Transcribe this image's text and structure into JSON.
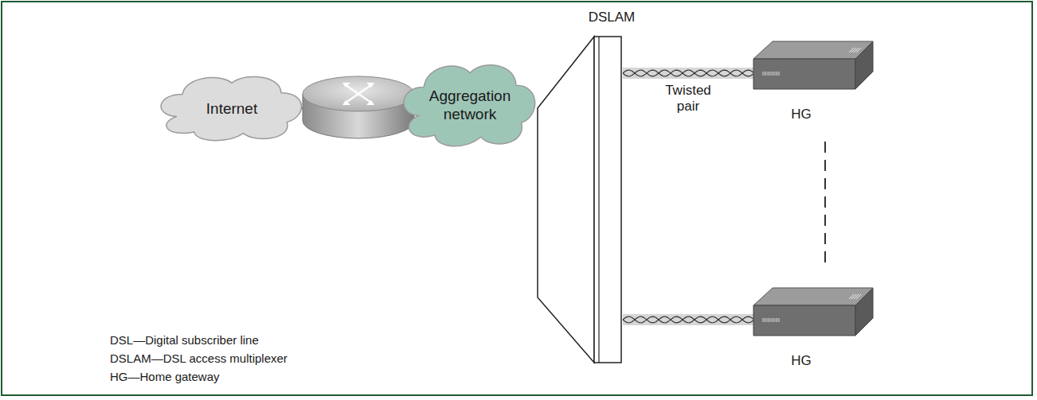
{
  "diagram": {
    "nodes": [
      {
        "text": [
          "Internet"
        ]
      },
      {
        "text": [
          "Aggregation network"
        ]
      },
      {
        "text": [
          "DSLAM"
        ]
      },
      {
        "text": [
          "HG"
        ]
      },
      {
        "text": [
          "HG"
        ]
      }
    ],
    "edges": [
      {
        "from": 0,
        "to": 1,
        "arrow": "none"
      },
      {
        "from": 2,
        "to": 3,
        "arrow": "none",
        "label": "Twisted pair"
      },
      {
        "from": 2,
        "to": 4,
        "arrow": "none"
      }
    ],
    "labels": [
      "DSL—Digital subscriber line",
      "DSLAM—DSL access multiplexer",
      "HG—Home gateway"
    ]
  }
}
